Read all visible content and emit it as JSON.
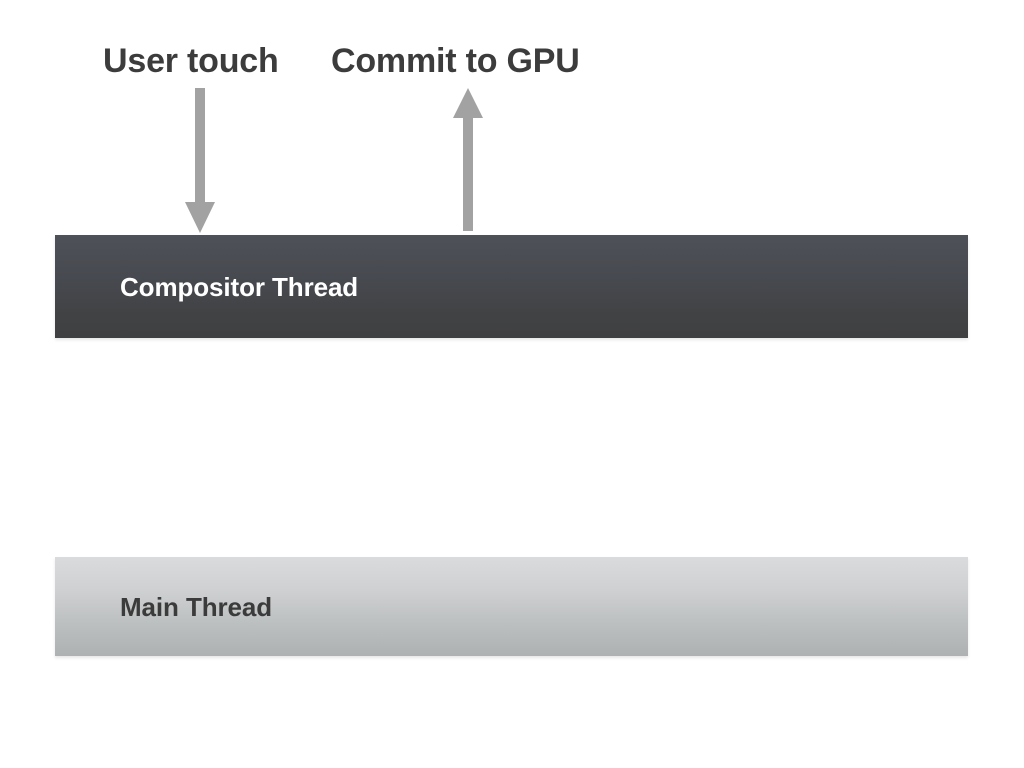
{
  "diagram": {
    "title_labels": [
      {
        "id": "user-touch",
        "text": "User touch"
      },
      {
        "id": "commit-to-gpu",
        "text": "Commit to GPU"
      }
    ],
    "arrows": [
      {
        "id": "user-touch-arrow",
        "direction": "down",
        "color": "#a2a2a2",
        "from_label": "User touch",
        "to_bar": "Compositor Thread"
      },
      {
        "id": "commit-to-gpu-arrow",
        "direction": "up",
        "color": "#a2a2a2",
        "from_bar": "Compositor Thread",
        "to_label": "Commit to GPU"
      }
    ],
    "bars": [
      {
        "id": "compositor-thread",
        "label": "Compositor Thread",
        "text_color": "#ffffff",
        "gradient_top": "#4e5157",
        "gradient_bottom": "#3f4042"
      },
      {
        "id": "main-thread",
        "label": "Main Thread",
        "text_color": "#3b3b3b",
        "gradient_top": "#dadbdc",
        "gradient_bottom": "#aeb1b2"
      }
    ],
    "background_color": "#ffffff",
    "label_color": "#3c3c3c"
  }
}
